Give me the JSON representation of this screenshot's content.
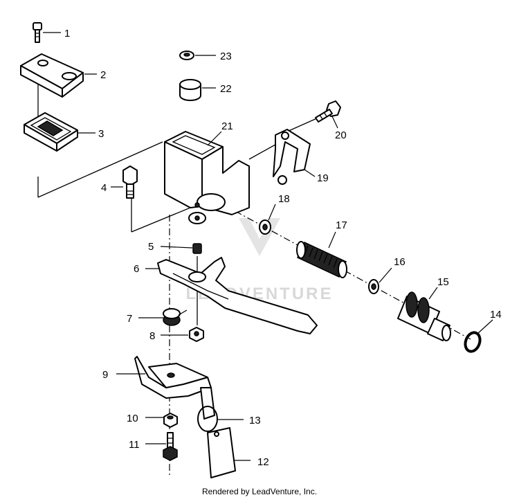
{
  "callouts": [
    "1",
    "2",
    "3",
    "4",
    "5",
    "6",
    "7",
    "8",
    "9",
    "10",
    "11",
    "12",
    "13",
    "14",
    "15",
    "16",
    "17",
    "18",
    "19",
    "20",
    "21",
    "22",
    "23"
  ],
  "watermark": "LEADVENTURE",
  "footer": "Rendered by LeadVenture, Inc."
}
